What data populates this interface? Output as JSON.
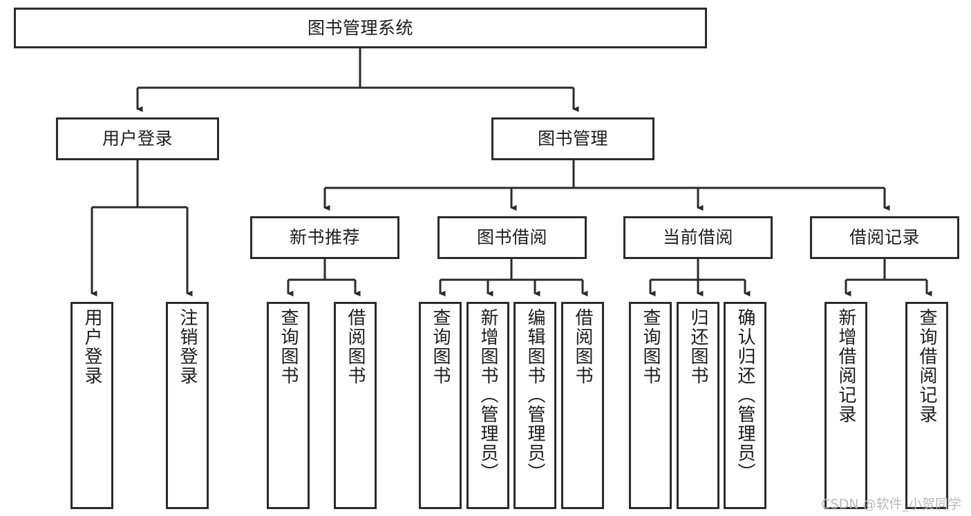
{
  "diagram": {
    "title": "图书管理系统",
    "type": "tree-hierarchy",
    "orientation": "top-down",
    "watermark": "CSDN @软件_小贺同学",
    "colors": {
      "border": "#2b2b2b",
      "fill": "#ffffff",
      "text": "#1c1c1c",
      "edge": "#2b2b2b",
      "watermark": "#b9b9b9"
    },
    "nodes": {
      "root": {
        "label": "图书管理系统"
      },
      "level2": [
        {
          "id": "user-login",
          "label": "用户登录"
        },
        {
          "id": "book-manage",
          "label": "图书管理"
        }
      ],
      "level3": [
        {
          "id": "new-book-recommend",
          "label": "新书推荐"
        },
        {
          "id": "book-borrow",
          "label": "图书借阅"
        },
        {
          "id": "current-borrow",
          "label": "当前借阅"
        },
        {
          "id": "borrow-record",
          "label": "借阅记录"
        }
      ],
      "leaves": {
        "user_login": [
          {
            "id": "leaf-user-login",
            "label": "用户登录"
          },
          {
            "id": "leaf-user-logout",
            "label": "注销登录"
          }
        ],
        "new_book_recommend": [
          {
            "id": "leaf-query-book-1",
            "label": "查询图书"
          },
          {
            "id": "leaf-borrow-book-1",
            "label": "借阅图书"
          }
        ],
        "book_borrow": [
          {
            "id": "leaf-query-book-2",
            "label": "查询图书"
          },
          {
            "id": "leaf-add-book",
            "label": "新增图书（管理员）"
          },
          {
            "id": "leaf-edit-book",
            "label": "编辑图书（管理员）"
          },
          {
            "id": "leaf-borrow-book-2",
            "label": "借阅图书"
          }
        ],
        "current_borrow": [
          {
            "id": "leaf-query-book-3",
            "label": "查询图书"
          },
          {
            "id": "leaf-return-book",
            "label": "归还图书"
          },
          {
            "id": "leaf-confirm-return",
            "label": "确认归还（管理员）"
          }
        ],
        "borrow_record": [
          {
            "id": "leaf-add-record",
            "label": "新增借阅记录"
          },
          {
            "id": "leaf-query-record",
            "label": "查询借阅记录"
          }
        ]
      }
    }
  }
}
